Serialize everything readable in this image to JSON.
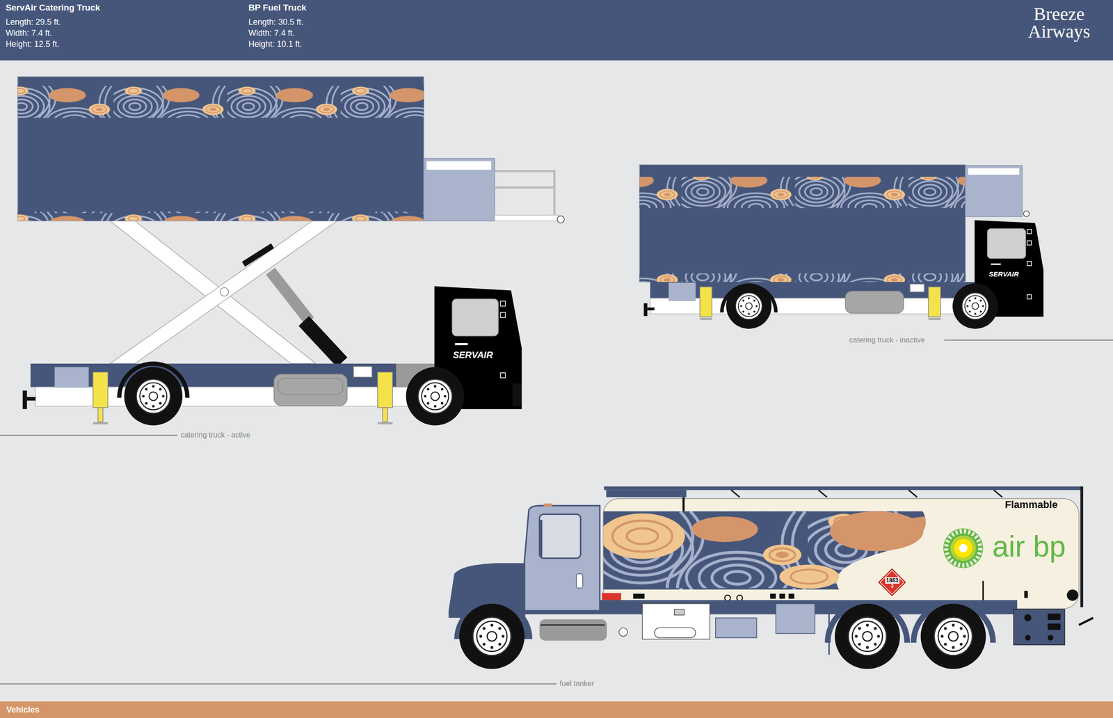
{
  "diagram": {
    "nodes": [
      {
        "text": [
          "ServAir Catering Truck",
          "Length: 29.5 ft.",
          "Width: 7.4 ft.",
          "Height: 12.5 ft."
        ]
      },
      {
        "text": [
          "BP Fuel Truck",
          "Length: 30.5 ft.",
          "Width: 7.4 ft.",
          "Height: 10.1 ft."
        ]
      },
      {
        "text": [
          "1863",
          "3"
        ]
      },
      {
        "text": [
          "Vehicles"
        ]
      }
    ],
    "labels": [
      "Breeze Airways",
      "SERVAIR",
      "catering truck - active",
      "SERVAIR",
      "catering truck - inactive",
      "Flammable",
      "air bp",
      "fuel tanker"
    ]
  }
}
